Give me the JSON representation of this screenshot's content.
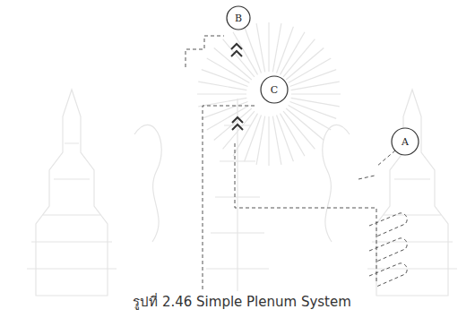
{
  "diagram": {
    "caption": "รูปที่ 2.46 Simple Plenum System",
    "nodes": [
      {
        "text": [
          "B"
        ]
      },
      {
        "text": [
          "C"
        ]
      },
      {
        "text": [
          "A"
        ]
      }
    ]
  }
}
